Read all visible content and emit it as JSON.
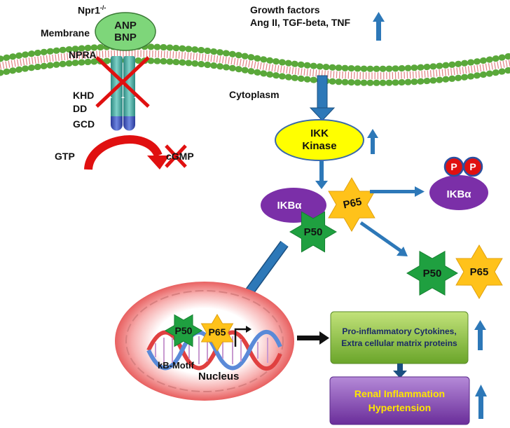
{
  "labels": {
    "npr1": "Npr1",
    "npr1_sup": "-/-",
    "membrane": "Membrane",
    "anp": "ANP",
    "bnp": "BNP",
    "npra": "NPRA",
    "khd": "KHD",
    "dd": "DD",
    "gcd": "GCD",
    "gtp": "GTP",
    "cgmp": "cGMP",
    "growth_factors": "Growth factors",
    "growth_factors_list": "Ang II, TGF-beta, TNF",
    "cytoplasm": "Cytoplasm",
    "ikk": "IKK",
    "kinase": "Kinase",
    "ikba": "IKBα",
    "p65": "P65",
    "p50": "P50",
    "p": "P",
    "kb_motif": "kB-Motif",
    "nucleus": "Nucleus",
    "cytokines_line1": "Pro-inflammatory Cytokines,",
    "cytokines_line2": "Extra cellular matrix proteins",
    "renal_line1": "Renal Inflammation",
    "renal_line2": "Hypertension"
  },
  "colors": {
    "anp_ellipse": "#7ed67a",
    "ikk_ellipse": "#ffff00",
    "ikba": "#7b2fa8",
    "p50_star": "#1fa040",
    "p65_star": "#ffc21a",
    "arrow_blue": "#2d78b8",
    "red": "#e01010",
    "cytokines_box": "#8cc63e",
    "renal_box": "#8e4fbf",
    "renal_text": "#ffe600",
    "nucleus_glow": "#f08080"
  }
}
